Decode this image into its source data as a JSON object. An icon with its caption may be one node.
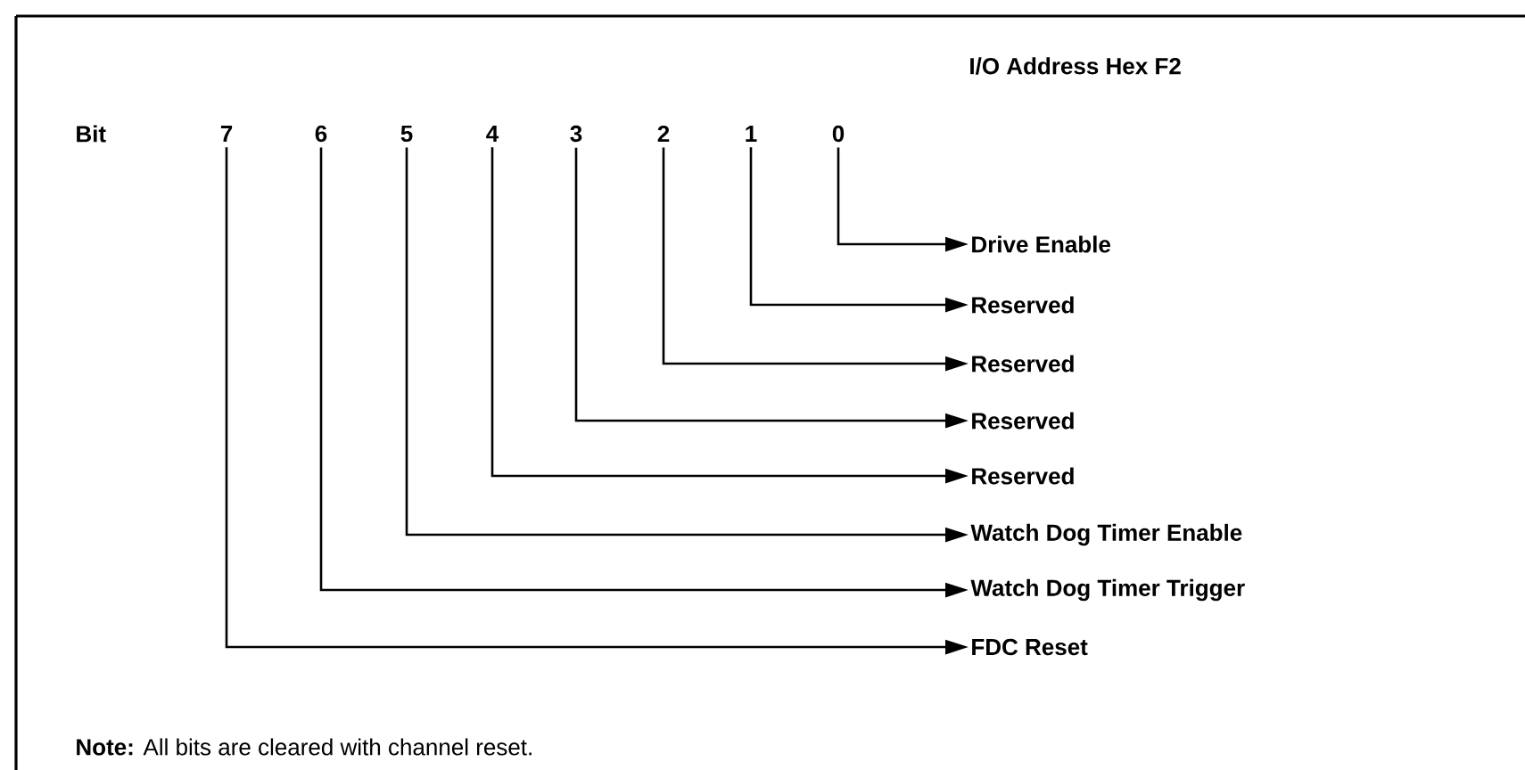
{
  "diagram": {
    "title": "I/O Address Hex F2",
    "nodes": [
      {
        "text": [
          "7"
        ]
      },
      {
        "text": [
          "6"
        ]
      },
      {
        "text": [
          "5"
        ]
      },
      {
        "text": [
          "4"
        ]
      },
      {
        "text": [
          "3"
        ]
      },
      {
        "text": [
          "2"
        ]
      },
      {
        "text": [
          "1"
        ]
      },
      {
        "text": [
          "0"
        ]
      },
      {
        "text": [
          "Drive Enable"
        ]
      },
      {
        "text": [
          "Reserved"
        ]
      },
      {
        "text": [
          "Reserved"
        ]
      },
      {
        "text": [
          "Reserved"
        ]
      },
      {
        "text": [
          "Reserved"
        ]
      },
      {
        "text": [
          "Watch Dog Timer Enable"
        ]
      },
      {
        "text": [
          "Watch Dog Timer Trigger"
        ]
      },
      {
        "text": [
          "FDC Reset"
        ]
      }
    ],
    "edges": [
      {
        "from": 7,
        "to": 8,
        "arrow": "to"
      },
      {
        "from": 6,
        "to": 9,
        "arrow": "to"
      },
      {
        "from": 5,
        "to": 10,
        "arrow": "to"
      },
      {
        "from": 4,
        "to": 11,
        "arrow": "to"
      },
      {
        "from": 3,
        "to": 12,
        "arrow": "to"
      },
      {
        "from": 2,
        "to": 13,
        "arrow": "to"
      },
      {
        "from": 1,
        "to": 14,
        "arrow": "to"
      },
      {
        "from": 0,
        "to": 15,
        "arrow": "to"
      }
    ],
    "labels": [
      "Bit",
      "**Note:** All bits are cleared with channel reset."
    ]
  }
}
